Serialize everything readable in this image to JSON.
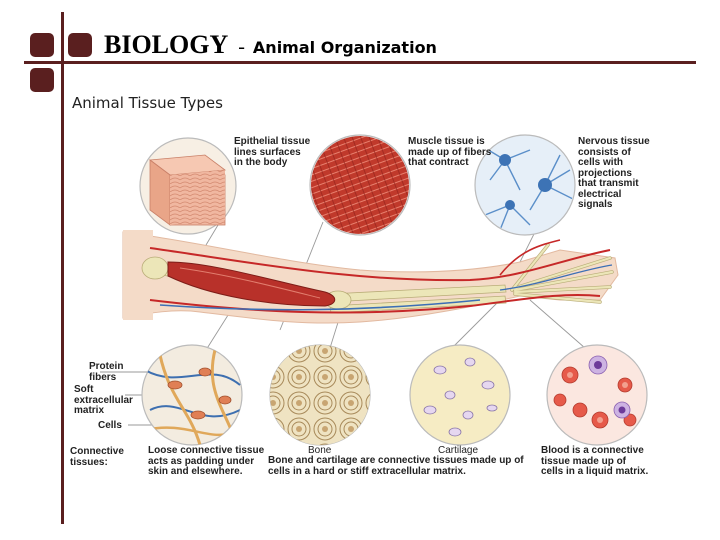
{
  "header": {
    "title": "BIOLOGY",
    "separator": "-",
    "subtitle": "Animal Organization"
  },
  "slide": {
    "heading": "Animal Tissue Types"
  },
  "colors": {
    "accent": "#5a1f1f",
    "muscle": "#b8312a",
    "bone": "#ece6b8",
    "nerve_fill": "#5b8fc9"
  },
  "figure": {
    "labels": {
      "epithelial": "Epithelial tissue\nlines surfaces\nin the body",
      "muscle": "Muscle tissue is\nmade up of fibers\nthat contract",
      "nervous": "Nervous tissue\nconsists of\ncells with\nprojections\nthat transmit\nelectrical\nsignals",
      "protein_fibers": "Protein\nfibers",
      "soft_matrix": "Soft\nextracellular\nmatrix",
      "cells": "Cells",
      "connective": "Connective\ntissues:",
      "loose": "Loose connective tissue\nacts as padding under\nskin and elsewhere.",
      "bone": "Bone",
      "cartilage": "Cartilage",
      "bone_cartilage_caption": "Bone and cartilage are connective tissues made up of\ncells in a hard or stiff extracellular matrix.",
      "blood": "Blood is a connective\ntissue made up of\ncells in a liquid matrix."
    }
  }
}
